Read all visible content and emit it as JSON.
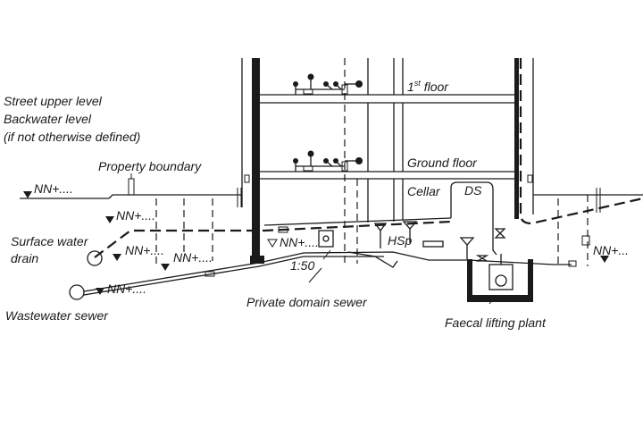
{
  "labels": {
    "street_upper_level": "Street upper level",
    "backwater_level": "Backwater level",
    "if_not_defined": "(if not otherwise defined)",
    "property_boundary": "Property boundary",
    "surface_water_1": "Surface water",
    "surface_water_2": "drain",
    "wastewater_sewer": "Wastewater sewer",
    "private_domain_sewer": "Private domain sewer",
    "faecal_lifting_plant": "Faecal lifting plant",
    "first_floor_num": "1",
    "first_floor_sup": "st",
    "first_floor_word": " floor",
    "ground_floor": "Ground floor",
    "cellar": "Cellar",
    "ds": "DS",
    "hsp": "HSp",
    "slope": "1:50"
  },
  "levels": {
    "street": "NN+....",
    "surface_top": "NN+....",
    "surface_drain": "NN+....",
    "sewer_mid": "NN+....",
    "wastewater": "NN+....",
    "cellar_floor": "NN+....",
    "right_side": "NN+..."
  }
}
